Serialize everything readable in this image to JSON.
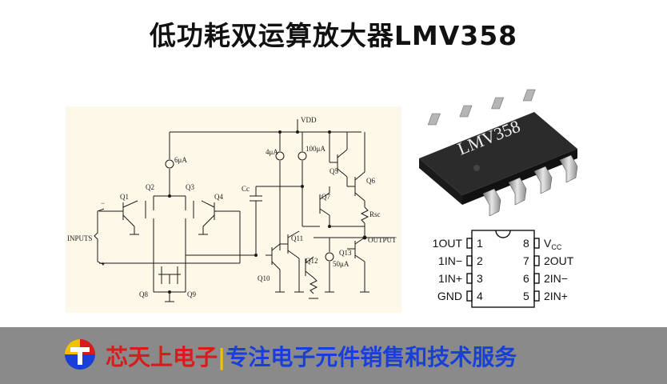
{
  "title": "低功耗双运算放大器LMV358",
  "schematic": {
    "labels": {
      "vdd": "VDD",
      "i6": "6μA",
      "i4": "4μA",
      "i100": "100μA",
      "i50": "50μA",
      "cc": "Cc",
      "rsc": "Rsc",
      "inputs": "INPUTS",
      "minus": "−",
      "plus": "+",
      "output": "OUTPUT",
      "q1": "Q1",
      "q2": "Q2",
      "q3": "Q3",
      "q4": "Q4",
      "q5": "Q5",
      "q6": "Q6",
      "q7": "Q7",
      "q8": "Q8",
      "q9": "Q9",
      "q10": "Q10",
      "q11": "Q11",
      "q12": "Q12",
      "q13": "Q13"
    }
  },
  "chip": {
    "marking": "LMV358"
  },
  "pinout": {
    "left": [
      {
        "name": "1OUT",
        "num": "1"
      },
      {
        "name": "1IN−",
        "num": "2"
      },
      {
        "name": "1IN+",
        "num": "3"
      },
      {
        "name": "GND",
        "num": "4"
      }
    ],
    "right": [
      {
        "name": "V",
        "sub": "CC",
        "num": "8"
      },
      {
        "name": "2OUT",
        "num": "7"
      },
      {
        "name": "2IN−",
        "num": "6"
      },
      {
        "name": "2IN+",
        "num": "5"
      }
    ]
  },
  "footer": {
    "company": "芯天上电子",
    "separator": "|",
    "slogan": "专注电子元件销售和技术服务"
  },
  "colors": {
    "company": "#d81b1b",
    "separator": "#f2c200",
    "slogan": "#1a3fd8",
    "footer_bg": "#8a8a8a"
  }
}
